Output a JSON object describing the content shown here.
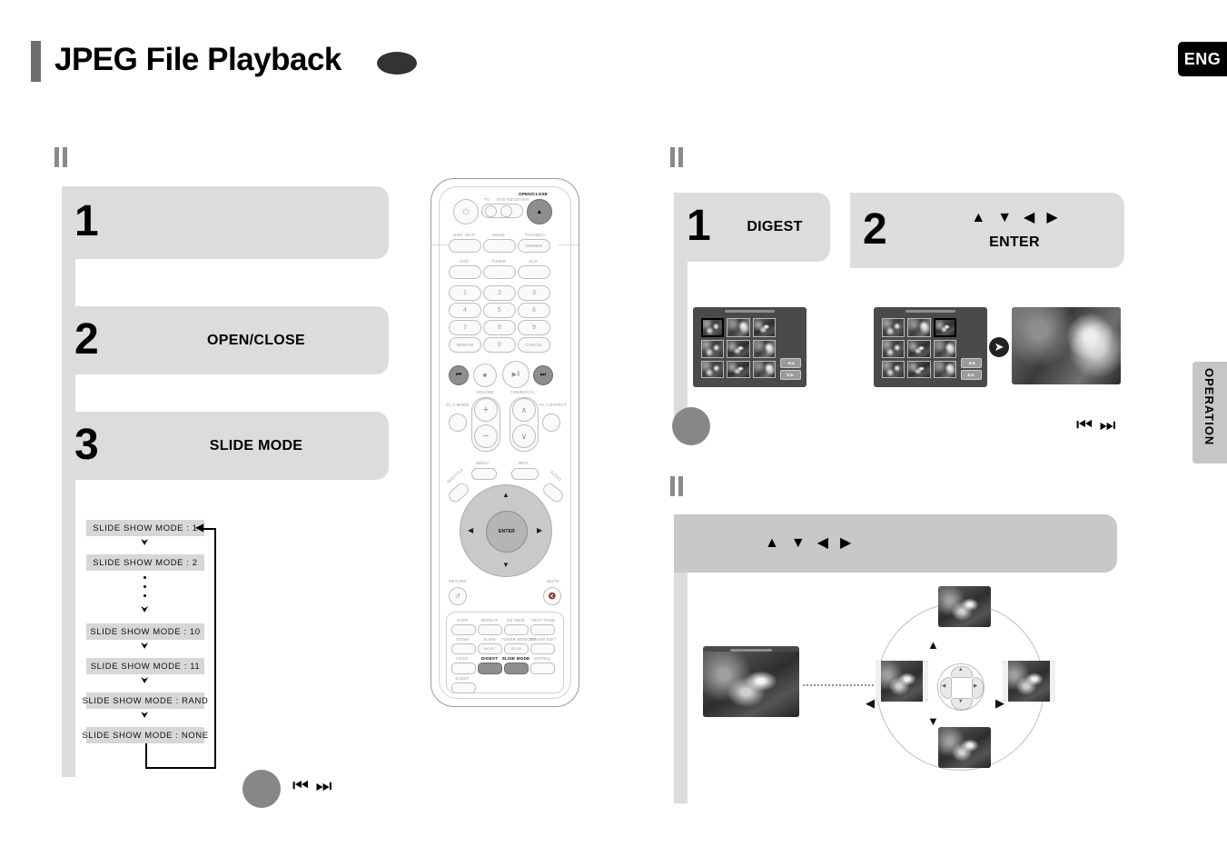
{
  "page": {
    "title": "JPEG File Playback",
    "lang_tab": "ENG",
    "side_tab": "OPERATION"
  },
  "left_column": {
    "steps": [
      {
        "num": "1",
        "label": ""
      },
      {
        "num": "2",
        "label": "OPEN/CLOSE"
      },
      {
        "num": "3",
        "label": "SLIDE MODE"
      }
    ],
    "slide_show_flow": {
      "items": [
        "SLIDE SHOW MODE : 1",
        "SLIDE SHOW MODE : 2",
        "SLIDE SHOW MODE : 10",
        "SLIDE SHOW MODE : 11",
        "SLIDE SHOW MODE : RAND",
        "SLIDE SHOW MODE : NONE"
      ],
      "arrow": "⮟",
      "ellipsis_dots": 3
    },
    "note": {
      "skip_icons": "⏮ ⏭"
    }
  },
  "right_column": {
    "steps": [
      {
        "num": "1",
        "label": "DIGEST",
        "arrows": []
      },
      {
        "num": "2",
        "label": "ENTER",
        "arrows": [
          "▲",
          "▼",
          "◀",
          "▶"
        ]
      }
    ],
    "digest_screen": {
      "prev_button": "◀◀",
      "next_button": "▶▶",
      "thumb_count": 9,
      "selected_index_step1": 0,
      "selected_index_step2": 2
    },
    "transition_arrow": "➤",
    "note": {
      "skip_icons": "⏮ ⏭"
    },
    "rotation_section": {
      "arrows": [
        "▲",
        "▼",
        "◀",
        "▶"
      ],
      "ring_arrows": {
        "up": "▲",
        "down": "▼",
        "left": "◀",
        "right": "▶"
      }
    }
  },
  "remote": {
    "top": {
      "power": "⏻",
      "tv_label": "TV",
      "dvd_receiver_label": "DVD RECEIVER",
      "open_close": "OPEN/CLOSE",
      "open_close_glyph": "▲"
    },
    "row_labels": [
      "DISC SKIP",
      "MODE",
      "TV/VIDEO"
    ],
    "dimmer": "DIMMER",
    "sources": [
      "DVD",
      "TUNER",
      "AUX"
    ],
    "keypad": [
      "1",
      "2",
      "3",
      "4",
      "5",
      "6",
      "7",
      "8",
      "9",
      "REMAIN",
      "0",
      "CANCEL"
    ],
    "transport": {
      "prev": "⏮",
      "stop": "■",
      "play_pause": "▶‖",
      "next": "⏭"
    },
    "volume_label": "VOLUME",
    "tuning_label": "TUNING/CH",
    "plus": "+",
    "minus": "−",
    "up_chev": "∧",
    "down_chev": "∨",
    "pl_mode": "PL II MODE",
    "pl_effect": "PL II EFFECT",
    "menu": "MENU",
    "info": "INFO",
    "subtitle": "SUBTITLE",
    "audio": "AUDIO",
    "enter": "ENTER",
    "return": "RETURN",
    "mute": "MUTE",
    "function_rows": [
      [
        "STEP",
        "REPEAT",
        "EZ VIEW",
        "TEST TONE"
      ],
      [
        "ZOOM",
        "SLOW",
        "TUNER MEMORY",
        "SOUND EDIT"
      ],
      [
        "LOGO",
        "DIGEST",
        "SLIDE MODE",
        "DSP/EQ"
      ],
      [
        "SLEEP"
      ]
    ],
    "function_subcaps": {
      "slow": "MO/ST",
      "tuner_memory": "SCAN"
    },
    "highlighted_keys": [
      "OPEN/CLOSE",
      "DIGEST",
      "SLIDE MODE",
      "ENTER",
      "prev",
      "next"
    ]
  },
  "colors": {
    "step_box": "#dcdcdc",
    "marker": "#8a8a8a",
    "note_dot": "#878787",
    "tab_dark": "#000000",
    "tab_gray": "#c6c6c6",
    "screen_bg": "#4a4a4a"
  }
}
